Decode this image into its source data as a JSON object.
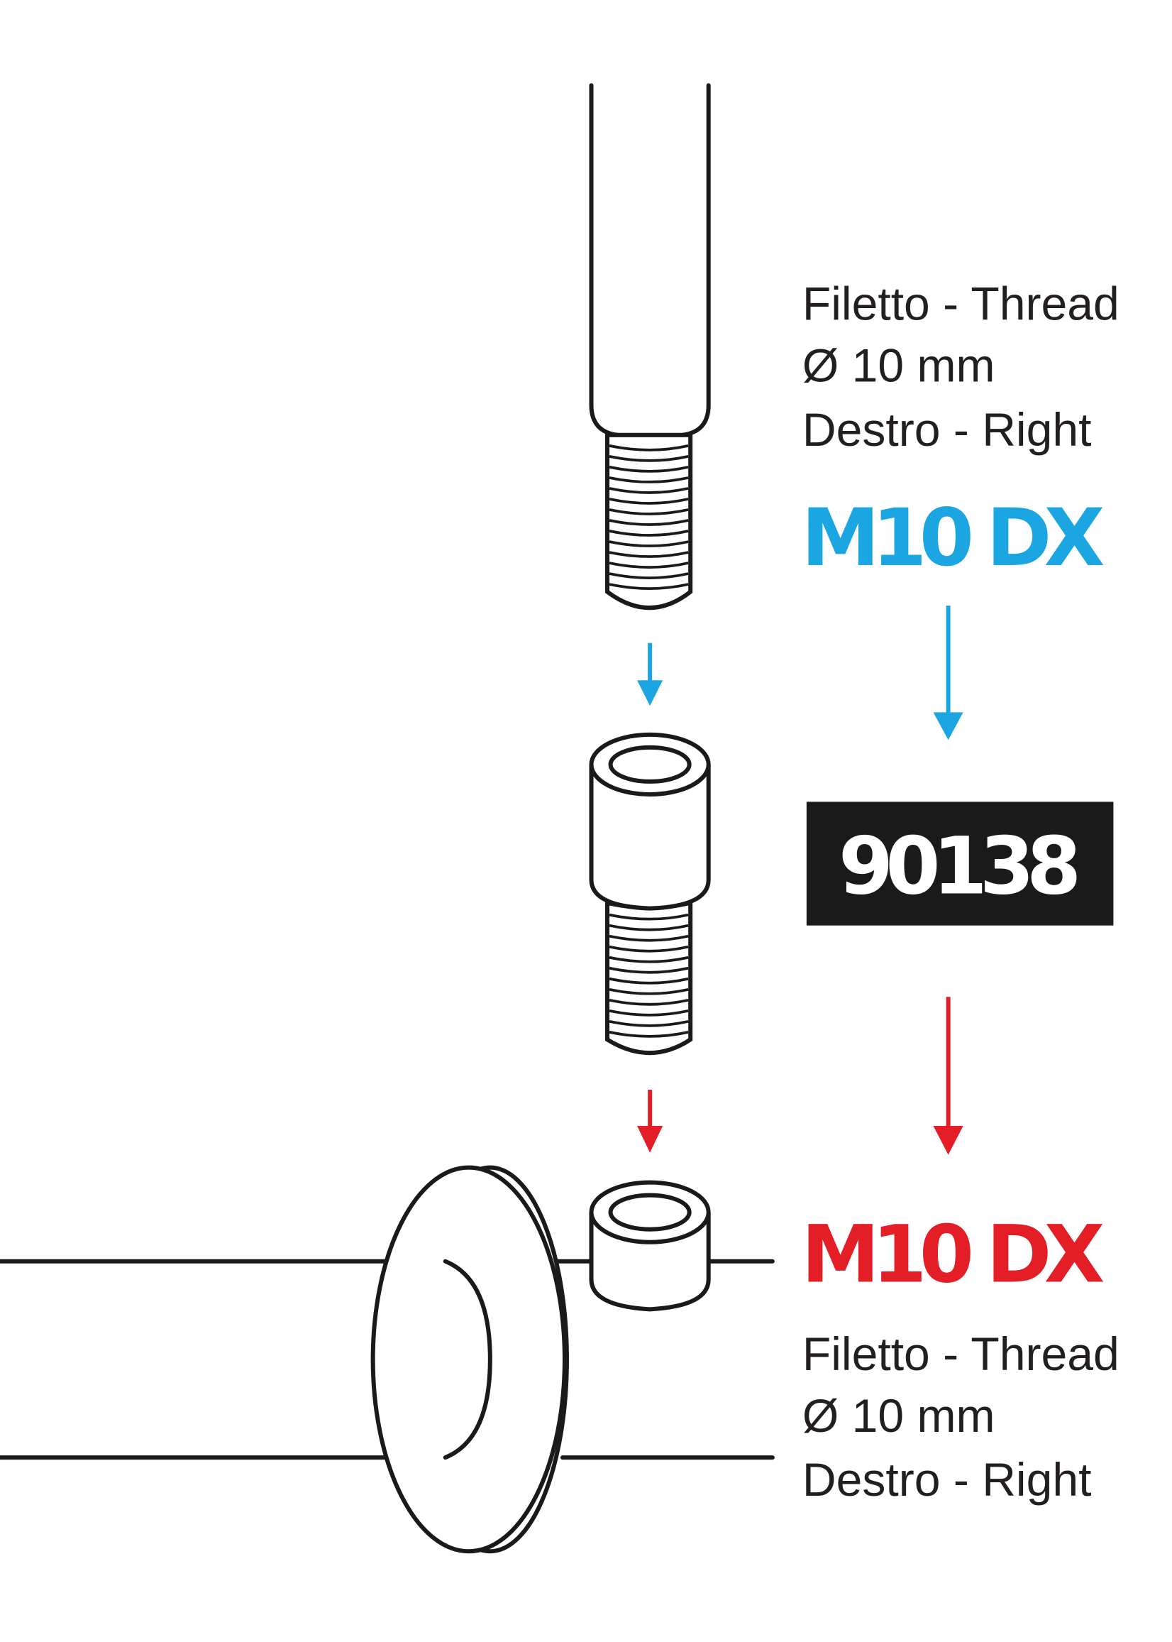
{
  "top_spec": {
    "line1": "Filetto - Thread",
    "line2": "Ø 10 mm",
    "line3": "Destro - Right",
    "code": "M10 DX"
  },
  "part_number": "90138",
  "bottom_spec": {
    "code": "M10 DX",
    "line1": "Filetto - Thread",
    "line2": "Ø 10 mm",
    "line3": "Destro - Right"
  },
  "colors": {
    "blue": "#1ba6e1",
    "red": "#e31e26",
    "ink": "#1a1a1a",
    "label_bg": "#1a1a1a"
  }
}
